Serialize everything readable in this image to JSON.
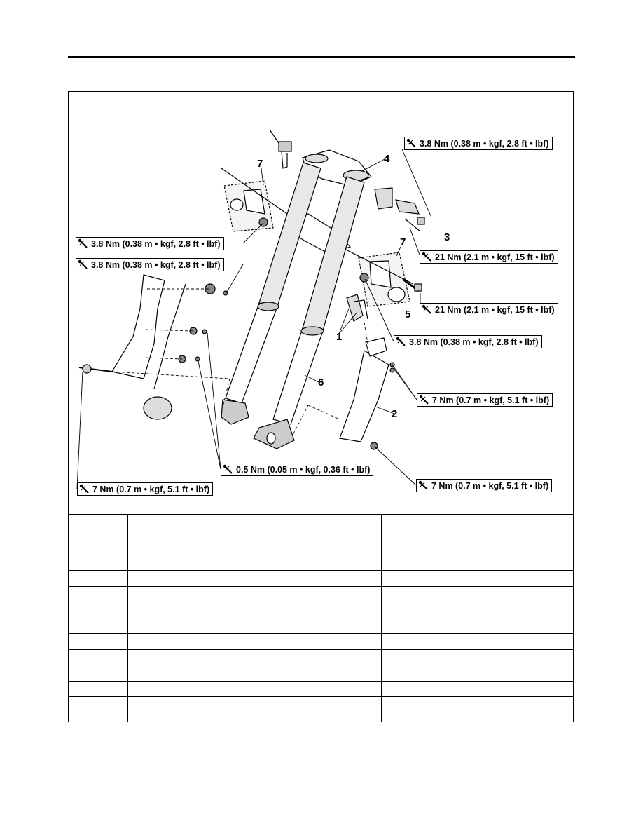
{
  "torque_specs": {
    "t1": "3.8 Nm (0.38 m • kgf, 2.8 ft • lbf)",
    "t2": "3.8 Nm (0.38 m • kgf, 2.8 ft • lbf)",
    "t3": "3.8 Nm (0.38 m • kgf, 2.8 ft • lbf)",
    "t4": "21 Nm (2.1 m • kgf, 15 ft • lbf)",
    "t5": "21 Nm (2.1 m • kgf, 15 ft • lbf)",
    "t6": "3.8 Nm (0.38 m • kgf, 2.8 ft • lbf)",
    "t7": "7 Nm (0.7 m • kgf, 5.1 ft • lbf)",
    "t8": "0.5 Nm (0.05 m • kgf, 0.36 ft • lbf)",
    "t9": "7 Nm (0.7 m • kgf, 5.1 ft • lbf)",
    "t10": "7 Nm (0.7 m • kgf, 5.1 ft • lbf)"
  },
  "callouts": {
    "c1": "1",
    "c2": "2",
    "c3": "3",
    "c4": "4",
    "c5": "5",
    "c6": "6",
    "c7a": "7",
    "c7b": "7"
  }
}
